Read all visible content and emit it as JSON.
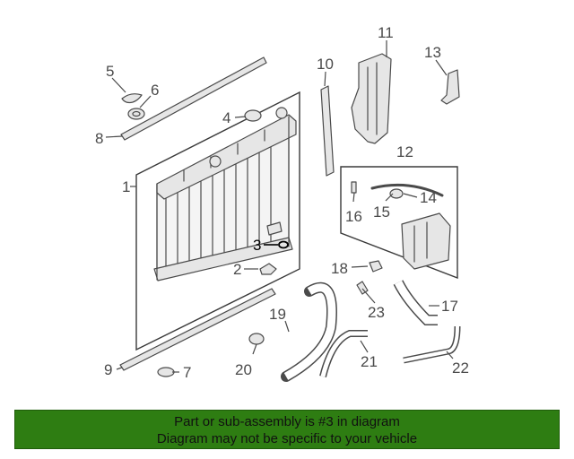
{
  "callouts": {
    "c1": "1",
    "c2": "2",
    "c3": "3",
    "c4": "4",
    "c5": "5",
    "c6": "6",
    "c7": "7",
    "c8": "8",
    "c9": "9",
    "c10": "10",
    "c11": "11",
    "c12": "12",
    "c13": "13",
    "c14": "14",
    "c15": "15",
    "c16": "16",
    "c17": "17",
    "c18": "18",
    "c19": "19",
    "c20": "20",
    "c21": "21",
    "c22": "22",
    "c23": "23"
  },
  "highlighted_part": "3",
  "banner": {
    "line1": "Part or sub-assembly is #3 in diagram",
    "line2": "Diagram may not be specific to your vehicle",
    "color": "#2e7d12"
  }
}
